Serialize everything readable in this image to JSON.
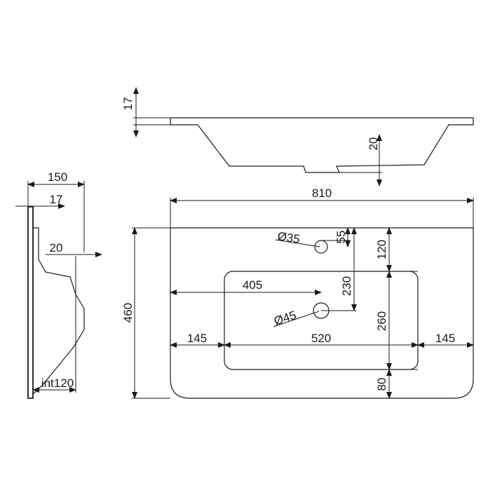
{
  "dimensions": {
    "rim_thickness": "17",
    "bowl_depth_offset": "20",
    "side_depth": "150",
    "side_rim": "17",
    "side_offset": "20",
    "side_int": "int120",
    "overall_width": "810",
    "overall_depth": "460",
    "tap_hole_diameter": "Ø35",
    "tap_hole_offset": "55",
    "front_margin_top": "120",
    "drain_from_left": "405",
    "drain_from_back": "230",
    "drain_diameter": "Ø45",
    "bowl_depth": "260",
    "left_margin": "145",
    "bowl_width": "520",
    "right_margin": "145",
    "front_margin_bottom": "80"
  }
}
